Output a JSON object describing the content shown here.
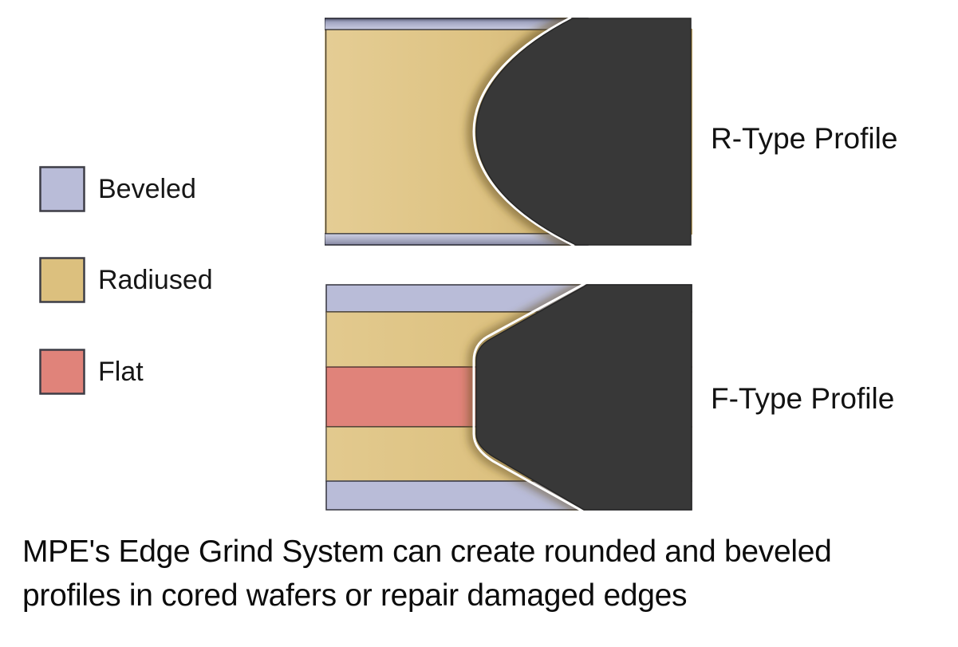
{
  "legend": {
    "items": [
      {
        "label": "Beveled",
        "color": "#b9bcd8"
      },
      {
        "label": "Radiused",
        "color": "#dcc07e"
      },
      {
        "label": "Flat",
        "color": "#e0837a"
      }
    ]
  },
  "profiles": {
    "r_type": {
      "label": "R-Type Profile"
    },
    "f_type": {
      "label": "F-Type Profile"
    }
  },
  "caption": {
    "line1": "MPE's Edge Grind System can create rounded and beveled",
    "line2": "profiles in cored wafers or repair damaged edges"
  },
  "colors": {
    "beveled": "#b9bcd8",
    "radiused": "#dcc07e",
    "flat": "#e0837a",
    "wafer_dark": "#383838",
    "edge_outline": "#ffffff"
  }
}
